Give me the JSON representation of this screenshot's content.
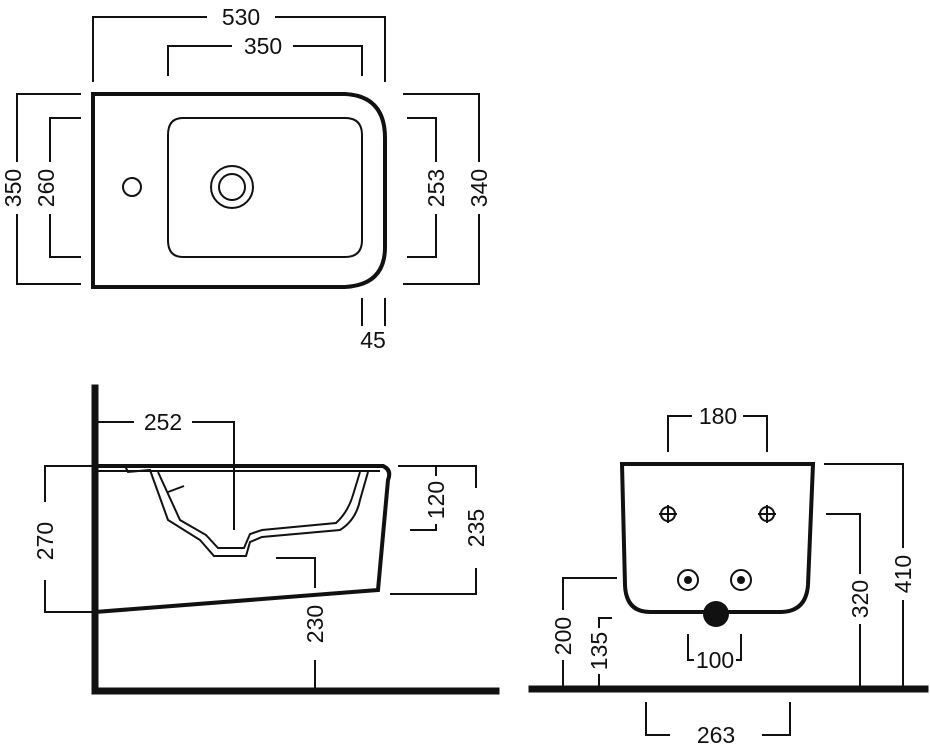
{
  "top_view": {
    "overall_width": "530",
    "basin_width": "350",
    "overall_depth": "350",
    "basin_depth": "260",
    "inner_depth": "253",
    "rim_depth": "340",
    "corner_radius": "45"
  },
  "side_view": {
    "drain_offset": "252",
    "basin_height": "120",
    "rim_drop": "235",
    "overall_height": "270",
    "floor_height": "230"
  },
  "back_view": {
    "bolt_spacing": "180",
    "base_width": "263",
    "drain_spacing": "100",
    "height_200": "200",
    "height_135": "135",
    "height_320": "320",
    "overall_410": "410"
  },
  "colors": {
    "line": "#111111",
    "background": "#ffffff"
  }
}
